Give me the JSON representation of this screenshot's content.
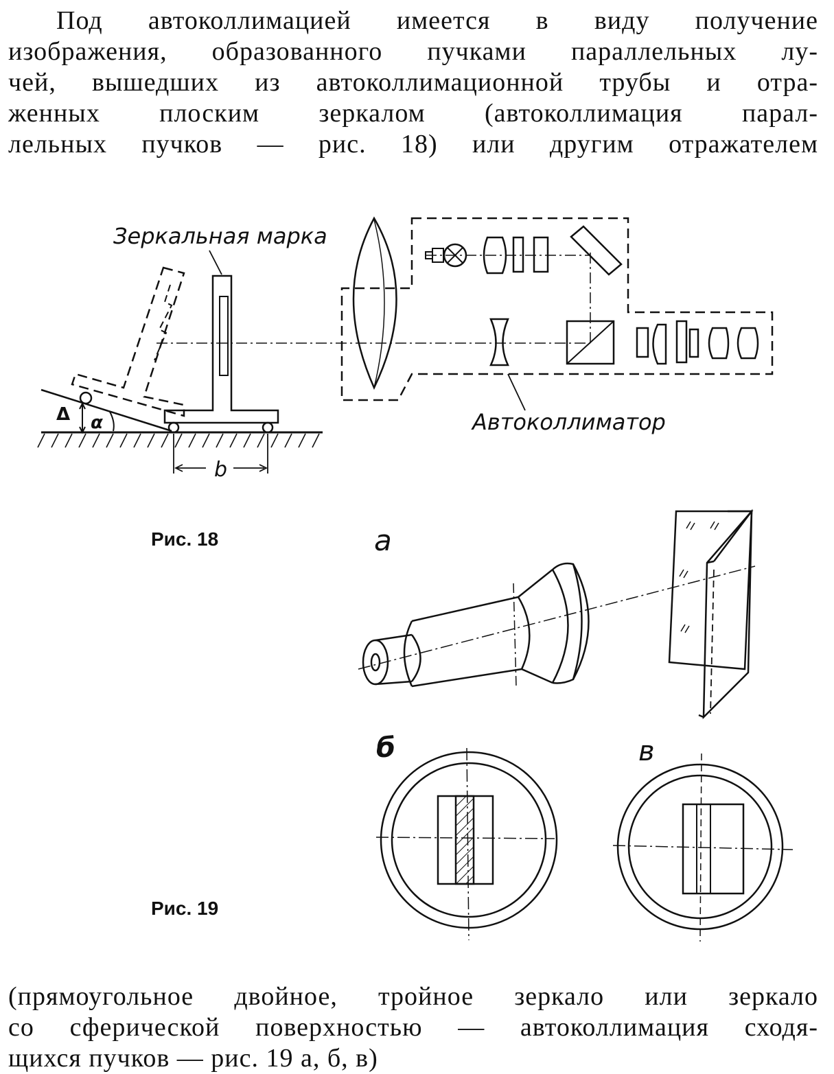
{
  "top_paragraph": {
    "lines": [
      "Под автоколлимацией имеется в виду получение",
      "изображения, образованного пучками параллельных лу-",
      "чей, вышедших из автоколлимационной трубы и отра-",
      "женных плоским зеркалом (автоколлимация парал-",
      "лельных пучков — рис. 18) или другим отражателем"
    ]
  },
  "figure18": {
    "caption": "Рис. 18",
    "label_mirror_mark": "Зеркальная марка",
    "label_autocollimator": "Автоколлиматор",
    "label_delta": "Δ",
    "label_alpha": "α",
    "label_b": "b"
  },
  "figure19": {
    "caption": "Рис. 19",
    "label_a": "а",
    "label_b": "б",
    "label_v": "в"
  },
  "bottom_paragraph": {
    "lines": [
      "(прямоугольное двойное, тройное зеркало или зеркало",
      "со сферической поверхностью — автоколлимация сходя-",
      "щихся пучков — рис. 19 а, б, в)"
    ]
  }
}
